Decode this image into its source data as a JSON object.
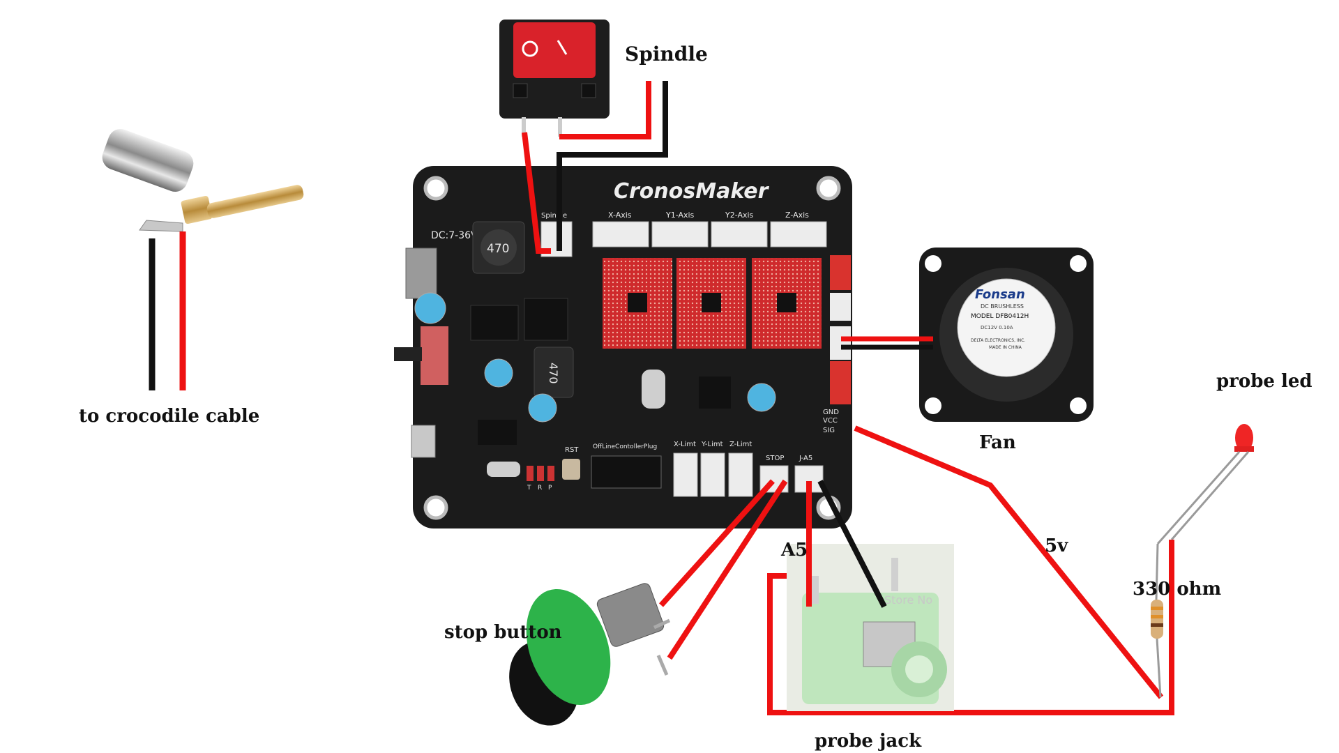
{
  "labels": {
    "spindle": "Spindle",
    "crocodile": "to crocodile cable",
    "fan": "Fan",
    "probe_led": "probe led",
    "five_v": "5v",
    "a5": "A5",
    "resistor": "330 ohm",
    "stop_button": "stop button",
    "probe_jack": "probe jack"
  },
  "board": {
    "brand": "CronosMaker",
    "power_in": "DC:7-36V",
    "inductor_1": "470",
    "inductor_2": "470",
    "axes": [
      "X-Axis",
      "Y1-Axis",
      "Y2-Axis",
      "Z-Axis"
    ],
    "limits": [
      "X-Limt",
      "Y-Limt",
      "Z-Limt"
    ],
    "stop_header": "STOP",
    "probe_header": "J-A5",
    "offline_header": "OffLineContollerPlug",
    "rst": "RST",
    "spindle_header": "Spindle",
    "pin_labels": [
      "GND",
      "VCC",
      "SIG"
    ],
    "trp": [
      "T",
      "R",
      "P"
    ]
  },
  "fan_label": {
    "brand": "Fonsan",
    "line1": "DC BRUSHLESS",
    "model": "MODEL DFB0412H",
    "line3": "DC12V  0.10A",
    "line4": "DELTA ELECTRONICS, INC.",
    "line5": "MADE IN CHINA"
  },
  "jack_watermark": "Store No",
  "colors": {
    "wire_red": "#ee1111",
    "wire_black": "#111111",
    "board": "#1b1b1b",
    "driver_red": "#d8252a",
    "switch_red": "#d9222a",
    "button_green": "#2db34a",
    "jack_green": "#bfe6bd"
  }
}
